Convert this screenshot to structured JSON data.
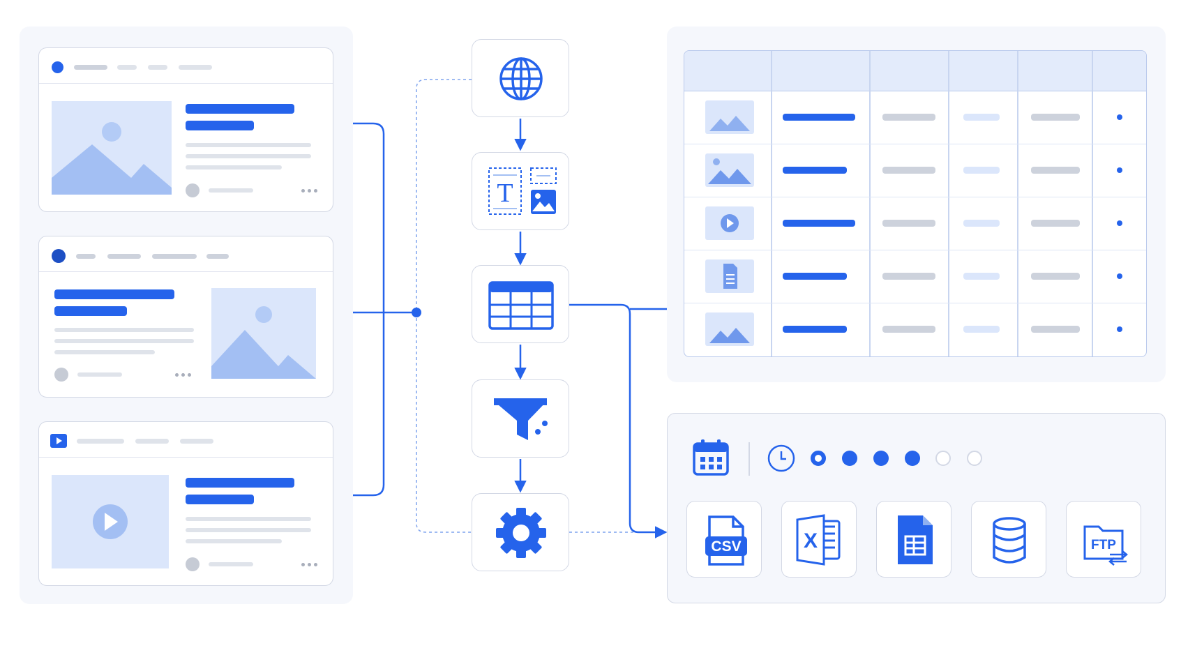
{
  "colors": {
    "accent": "#2563eb",
    "accent_light": "#dbe6fb",
    "panel_bg": "#f5f7fc",
    "border": "#d3d8e5"
  },
  "sources": [
    {
      "type": "article",
      "header_icon": "circle-icon",
      "media_icon": "image-icon",
      "layout": "media-left"
    },
    {
      "type": "article",
      "header_icon": "circle-icon",
      "media_icon": "image-icon",
      "layout": "media-right"
    },
    {
      "type": "video",
      "header_icon": "play-icon",
      "media_icon": "play-icon",
      "layout": "media-left"
    }
  ],
  "pipeline_steps": [
    {
      "icon": "globe-icon"
    },
    {
      "icon": "text-image-select-icon",
      "text": "T"
    },
    {
      "icon": "table-icon"
    },
    {
      "icon": "filter-icon"
    },
    {
      "icon": "gear-icon"
    }
  ],
  "results_table": {
    "columns": 6,
    "rows": [
      {
        "thumb_icon": "image-icon"
      },
      {
        "thumb_icon": "image-icon"
      },
      {
        "thumb_icon": "play-icon"
      },
      {
        "thumb_icon": "document-icon"
      },
      {
        "thumb_icon": "image-icon"
      }
    ]
  },
  "schedule": {
    "icons": [
      "calendar-icon",
      "clock-icon"
    ],
    "dots": [
      {
        "state": "ring"
      },
      {
        "state": "filled"
      },
      {
        "state": "filled"
      },
      {
        "state": "filled"
      },
      {
        "state": "empty"
      },
      {
        "state": "empty"
      }
    ]
  },
  "exports": [
    {
      "icon": "csv-file-icon",
      "text": "CSV"
    },
    {
      "icon": "excel-icon",
      "text": "X"
    },
    {
      "icon": "google-sheets-icon"
    },
    {
      "icon": "database-icon"
    },
    {
      "icon": "ftp-icon",
      "text": "FTP"
    }
  ]
}
